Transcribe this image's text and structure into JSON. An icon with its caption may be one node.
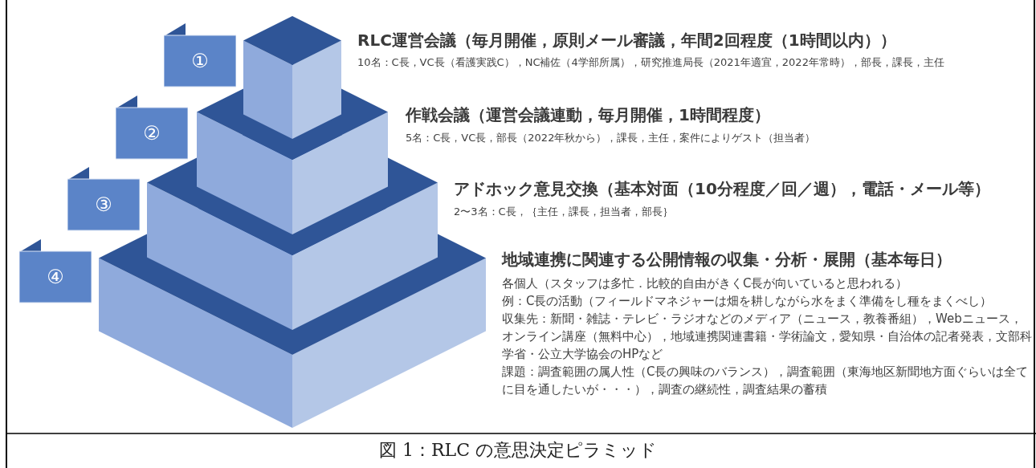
{
  "diagram": {
    "caption": "図 1：RLC の意思決定ピラミッド",
    "nodes": [
      {
        "text": [
          "①"
        ]
      },
      {
        "text": [
          "②"
        ]
      },
      {
        "text": [
          "③"
        ]
      },
      {
        "text": [
          "④"
        ]
      }
    ],
    "edges": [],
    "labels": [
      "RLC運営会議（毎月開催，原則メール審議，年間2回程度（1時間以内））",
      "10名：C長，VC長（看護実践C），NC補佐（4学部所属），研究推進局長（2021年適宜，2022年常時），部長，課長，主任",
      "作戦会議（運営会議連動，毎月開催，1時間程度）",
      "5名：C長，VC長，部長（2022年秋から），課長，主任，案件によりゲスト（担当者）",
      "アドホック意見交換（基本対面（10分程度／回／週），電話・メール等）",
      "2〜3名：C長，｛主任，課長，担当者，部長｝",
      "地域連携に関連する公開情報の収集・分析・展開（基本毎日）",
      "各個人（スタッフは多忙．比較的自由がきくC長が向いていると思われる）",
      "例：C長の活動（フィールドマネジャーは畑を耕しながら水をまく準備をし種をまくべし）",
      "収集先：新聞・雑誌・テレビ・ラジオなどのメディア（ニュース，教養番組），Webニュース，オンライン講座（無料中心），地域連携関連書籍・学術論文，愛知県・自治体の記者発表，文部科学省・公立大学協会のHPなど",
      "課題：調査範囲の属人性（C長の興味のバランス），調査範囲（東海地区新聞地方面ぐらいは全てに目を通したいが・・・），調査の継続性，調査結果の蓄積"
    ]
  }
}
